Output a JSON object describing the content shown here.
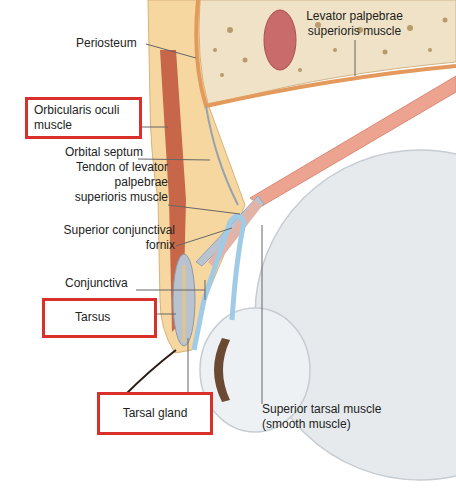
{
  "diagram": {
    "nodes": [
      {
        "text": [
          "Orbicularis oculi muscle"
        ]
      },
      {
        "text": [
          "Tarsus"
        ]
      },
      {
        "text": [
          "Tarsal gland"
        ]
      }
    ],
    "labels": [
      "Periosteum",
      "Levator palpebrae superioris muscle",
      "Orbital septum",
      "Tendon of levator palpebrae superioris muscle",
      "Superior conjunctival fornix",
      "Conjunctiva",
      "Superior tarsal muscle (smooth muscle)"
    ]
  }
}
